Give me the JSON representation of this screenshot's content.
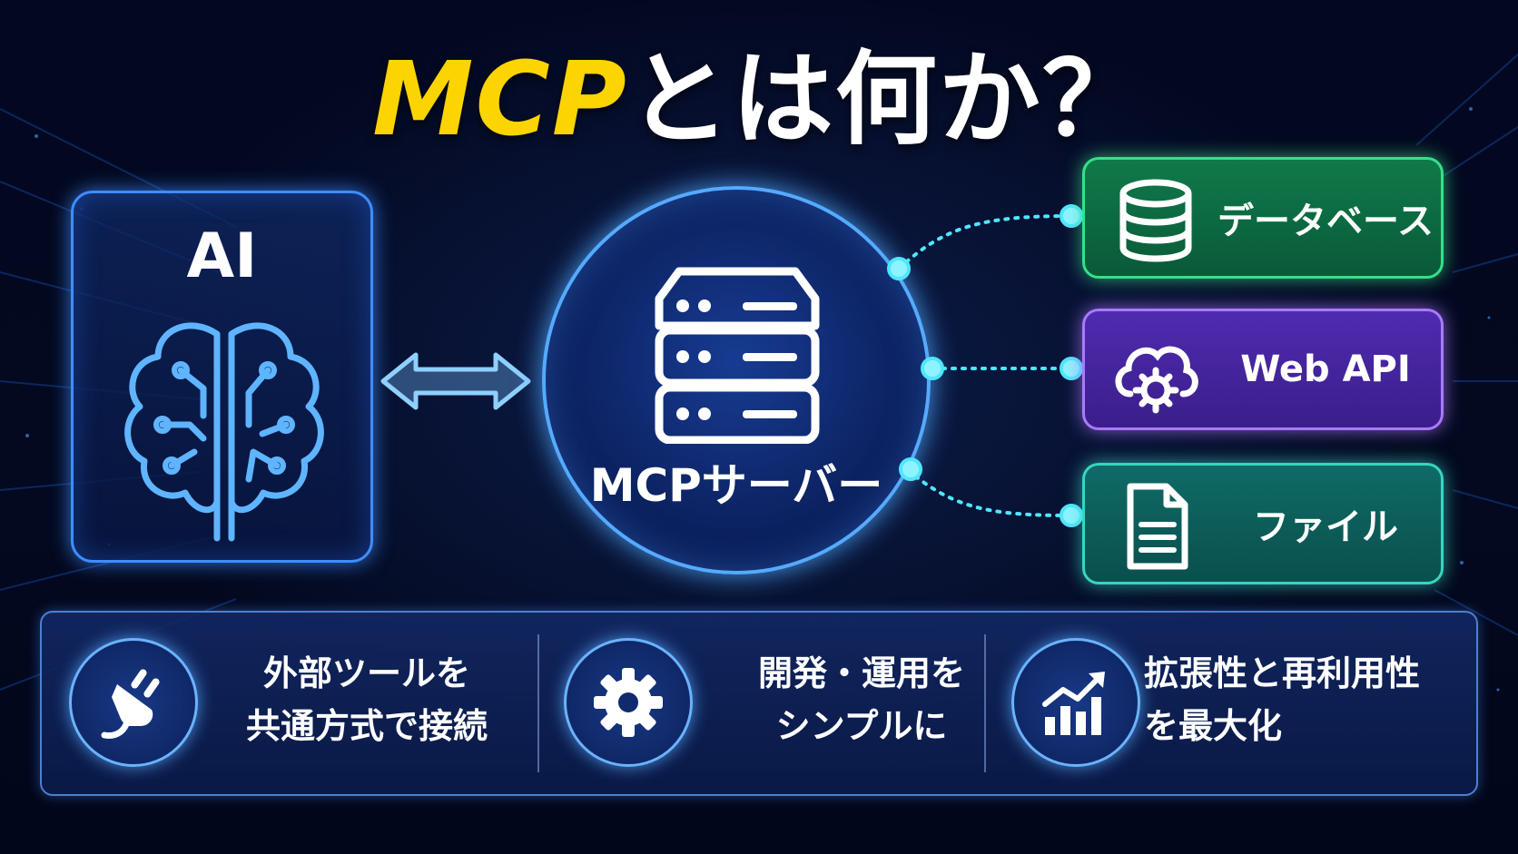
{
  "title": {
    "accent": "MCP",
    "rest": "とは何か？"
  },
  "ai": {
    "label": "AI",
    "icon": "brain-circuit-icon"
  },
  "mcp_server": {
    "label": "MCPサーバー",
    "icon": "server-rack-icon"
  },
  "resources": [
    {
      "label": "データベース",
      "icon": "database-icon",
      "color": "#35e08a"
    },
    {
      "label": "Web API",
      "icon": "cloud-gear-icon",
      "color": "#a979ff"
    },
    {
      "label": "ファイル",
      "icon": "document-icon",
      "color": "#36d6c0"
    }
  ],
  "features": [
    {
      "line1": "外部ツールを",
      "line2": "共通方式で接続",
      "icon": "plug-icon"
    },
    {
      "line1": "開発・運用を",
      "line2": "シンプルに",
      "icon": "gear-icon"
    },
    {
      "line1": "拡張性と再利用性",
      "line2": "を最大化",
      "icon": "growth-chart-icon"
    }
  ],
  "colors": {
    "title_accent": "#fcd400",
    "glow_blue": "#3f8cff",
    "connector": "#4fe6ff"
  }
}
